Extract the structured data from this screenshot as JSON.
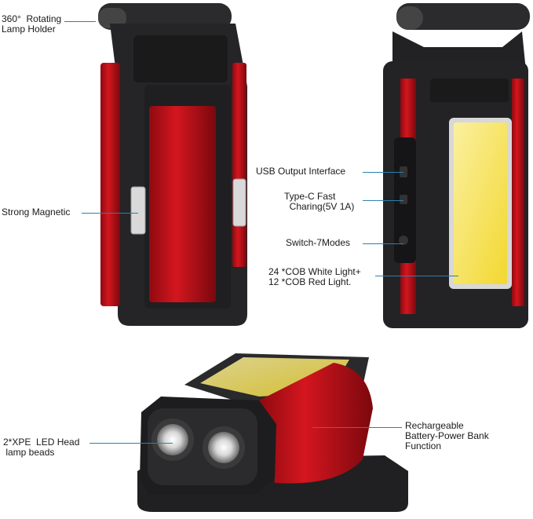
{
  "callouts": {
    "rotating_holder": "360°  Rotating\nLamp Holder",
    "magnetic": "Strong Magnetic",
    "usb_output": "USB Output Interface",
    "type_c": "Type-C Fast\n  Charing(5V 1A)",
    "switch": "Switch-7Modes",
    "cob_light": "24 *COB White Light+\n12 *COB Red Light.",
    "xpe_led": "2*XPE  LED Head\n lamp beads",
    "battery": "Rechargeable\nBattery-Power Bank\nFunction"
  },
  "colors": {
    "body_red": "#c4121b",
    "frame_dark": "#2a2a2c",
    "cob_yellow": "#f6e45a",
    "leader_blue": "#2e7fb0"
  }
}
